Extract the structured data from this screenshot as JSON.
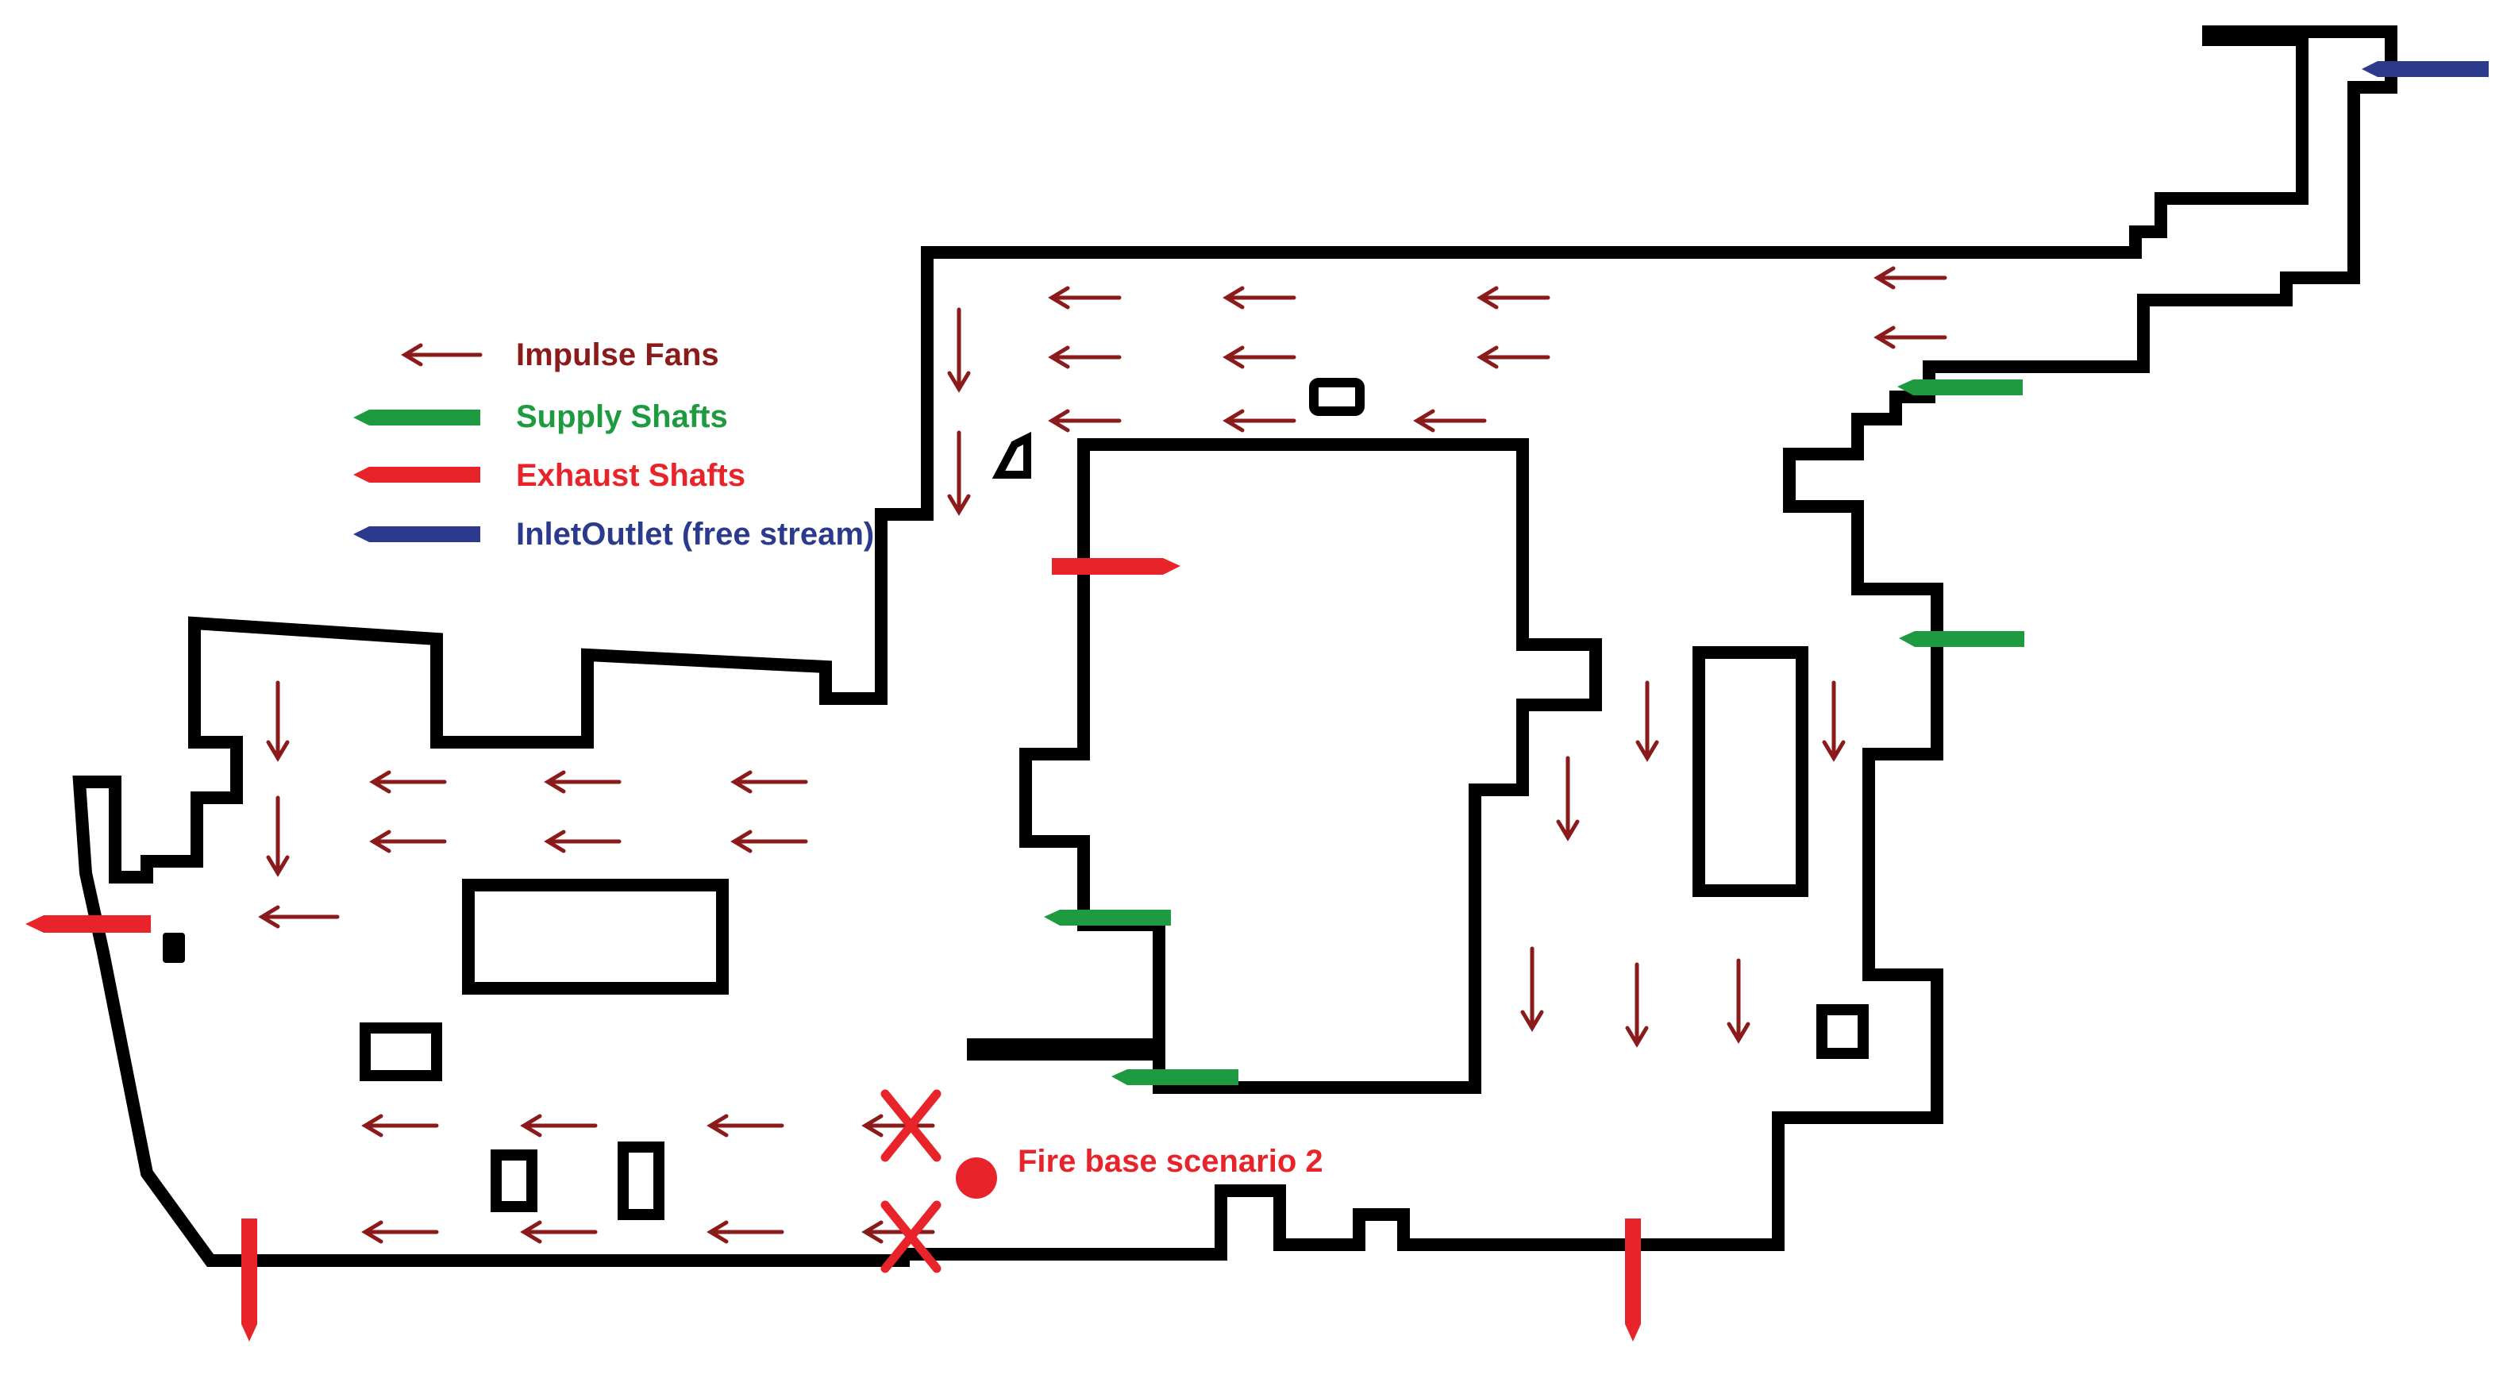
{
  "legend": {
    "items": [
      {
        "key": "impulse",
        "label": "Impulse Fans"
      },
      {
        "key": "supply",
        "label": "Supply Shafts"
      },
      {
        "key": "exhaust",
        "label": "Exhaust Shafts"
      },
      {
        "key": "inlet",
        "label": "InletOutlet (free stream)"
      }
    ]
  },
  "fire": {
    "label": "Fire base scenario 2"
  },
  "colors": {
    "wall": "#000000",
    "impulse": "#8b1a1a",
    "supply": "#1e9a40",
    "exhaust": "#e8242a",
    "inlet": "#2b3a8c",
    "fire": "#e8242a",
    "background": "#ffffff"
  }
}
